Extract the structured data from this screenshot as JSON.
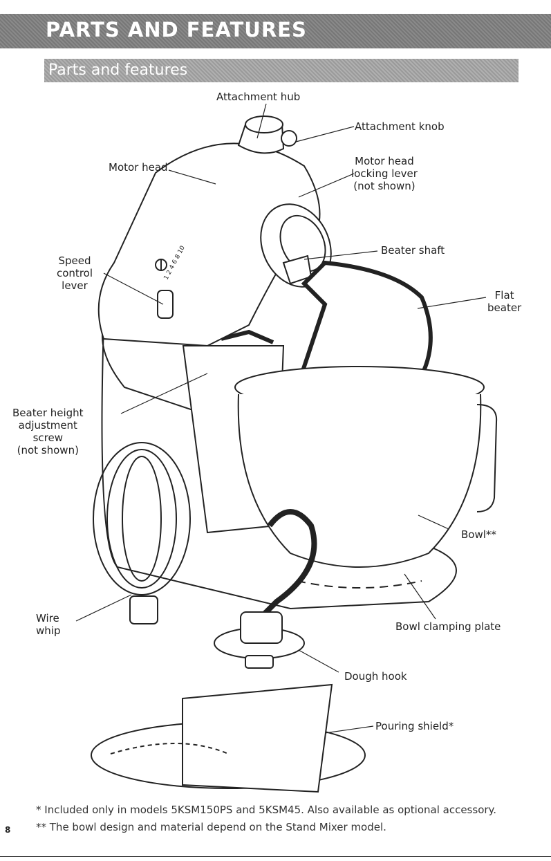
{
  "header": {
    "title": "PARTS AND FEATURES",
    "subtitle": "Parts and features"
  },
  "labels": {
    "attachment_hub": "Attachment hub",
    "attachment_knob": "Attachment knob",
    "motor_head": "Motor head",
    "locking_lever": [
      "Motor head",
      "locking lever",
      "(not shown)"
    ],
    "speed_control": [
      "Speed",
      "control",
      "lever"
    ],
    "beater_shaft": "Beater shaft",
    "flat_beater": [
      "Flat",
      "beater"
    ],
    "beater_height": [
      "Beater height",
      "adjustment",
      "screw",
      "(not shown)"
    ],
    "bowl": "Bowl**",
    "wire_whip": [
      "Wire",
      "whip"
    ],
    "bowl_clamping_plate": "Bowl clamping plate",
    "dough_hook": "Dough hook",
    "pouring_shield": "Pouring shield*"
  },
  "speed_marks": "1 2 4 6 8 10",
  "footnotes": {
    "note1": "*   Included only in models 5KSM150PS and 5KSM45. Also available as optional accessory.",
    "note2": "** The bowl design and material depend on the Stand Mixer model."
  },
  "page_number": "8"
}
